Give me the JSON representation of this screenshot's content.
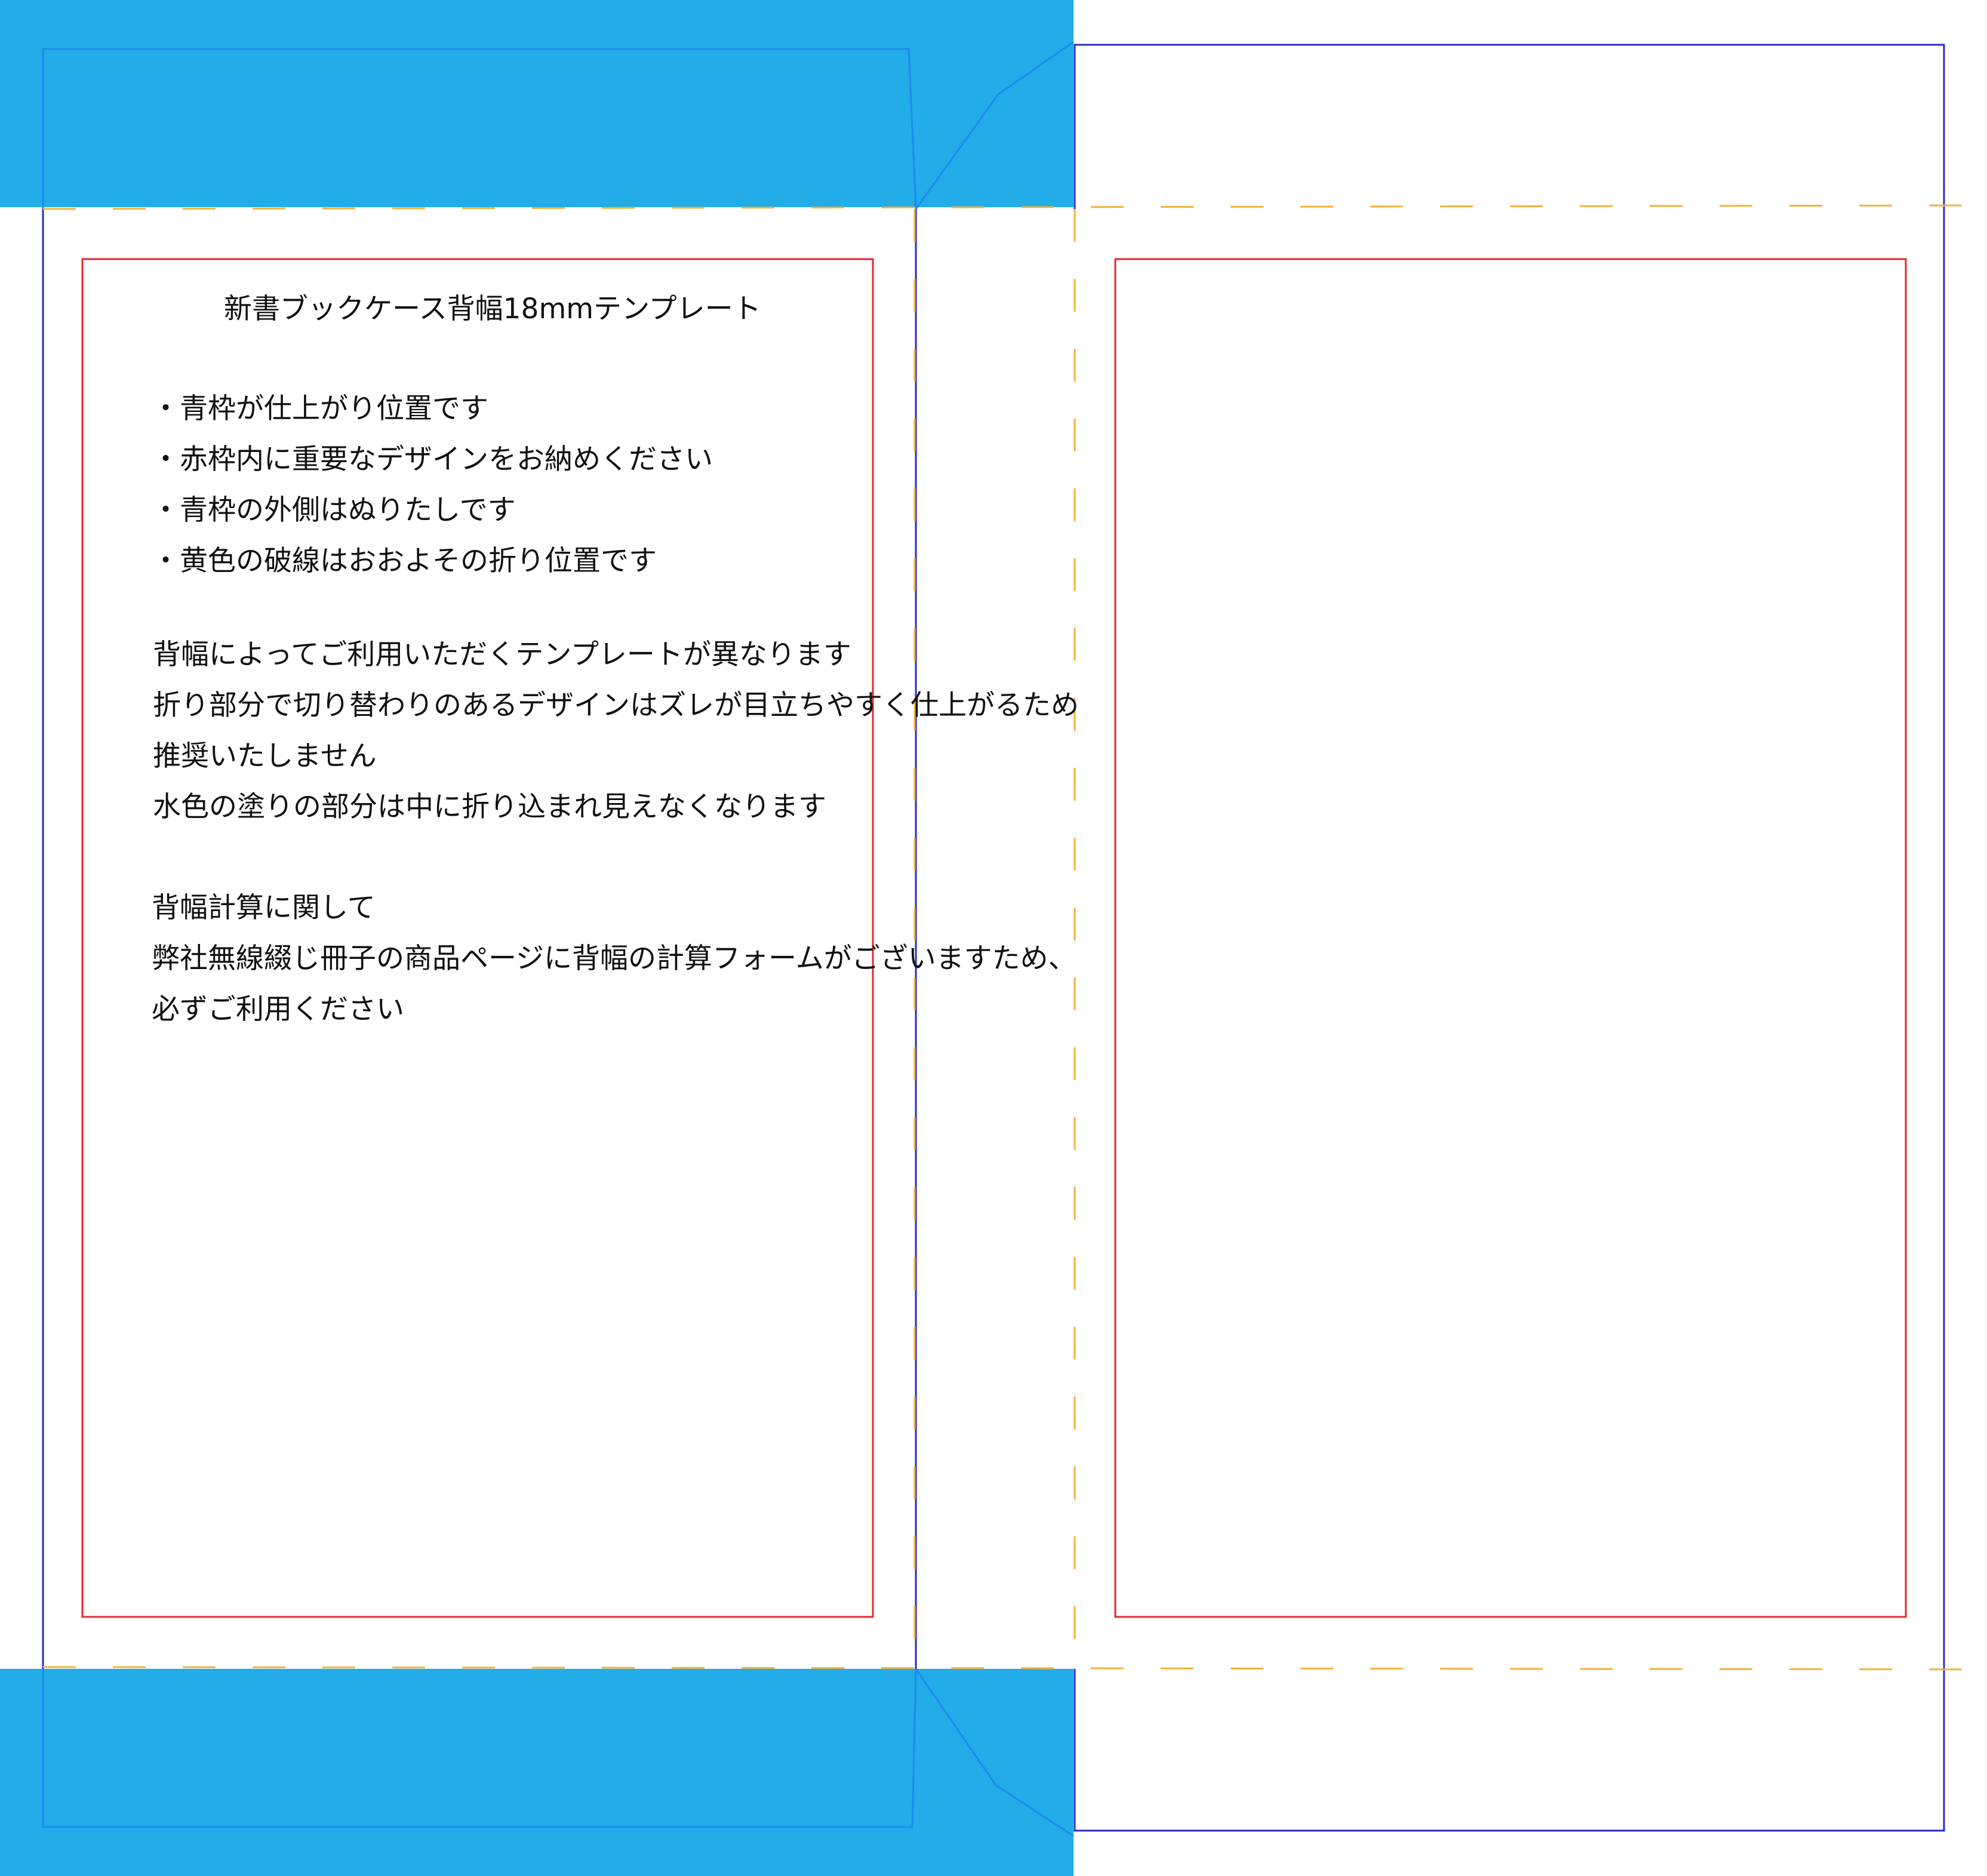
{
  "template": {
    "title": "新書ブックケース背幅18mmテンプレート",
    "notes": [
      "・青枠が仕上がり位置です",
      "・赤枠内に重要なデザインをお納めください",
      "・青枠の外側はぬりたしです",
      "・黄色の破線はおおよその折り位置です"
    ],
    "spine_info": [
      "背幅によってご利用いただくテンプレートが異なります",
      "折り部分で切り替わりのあるデザインはズレが目立ちやすく仕上がるため",
      "推奨いたしません",
      "水色の塗りの部分は中に折り込まれ見えなくなります"
    ],
    "calc_info": [
      "背幅計算に関して",
      "弊社無線綴じ冊子の商品ページに背幅の計算フォームがございますため、",
      "必ずご利用ください"
    ]
  },
  "colors": {
    "fold_in_fill": "#22ACE8",
    "trim_line": "#2B2BC8",
    "safe_line": "#E8262B",
    "fold_line": "#F3B23A",
    "flap_outline": "#1A8BEE"
  }
}
